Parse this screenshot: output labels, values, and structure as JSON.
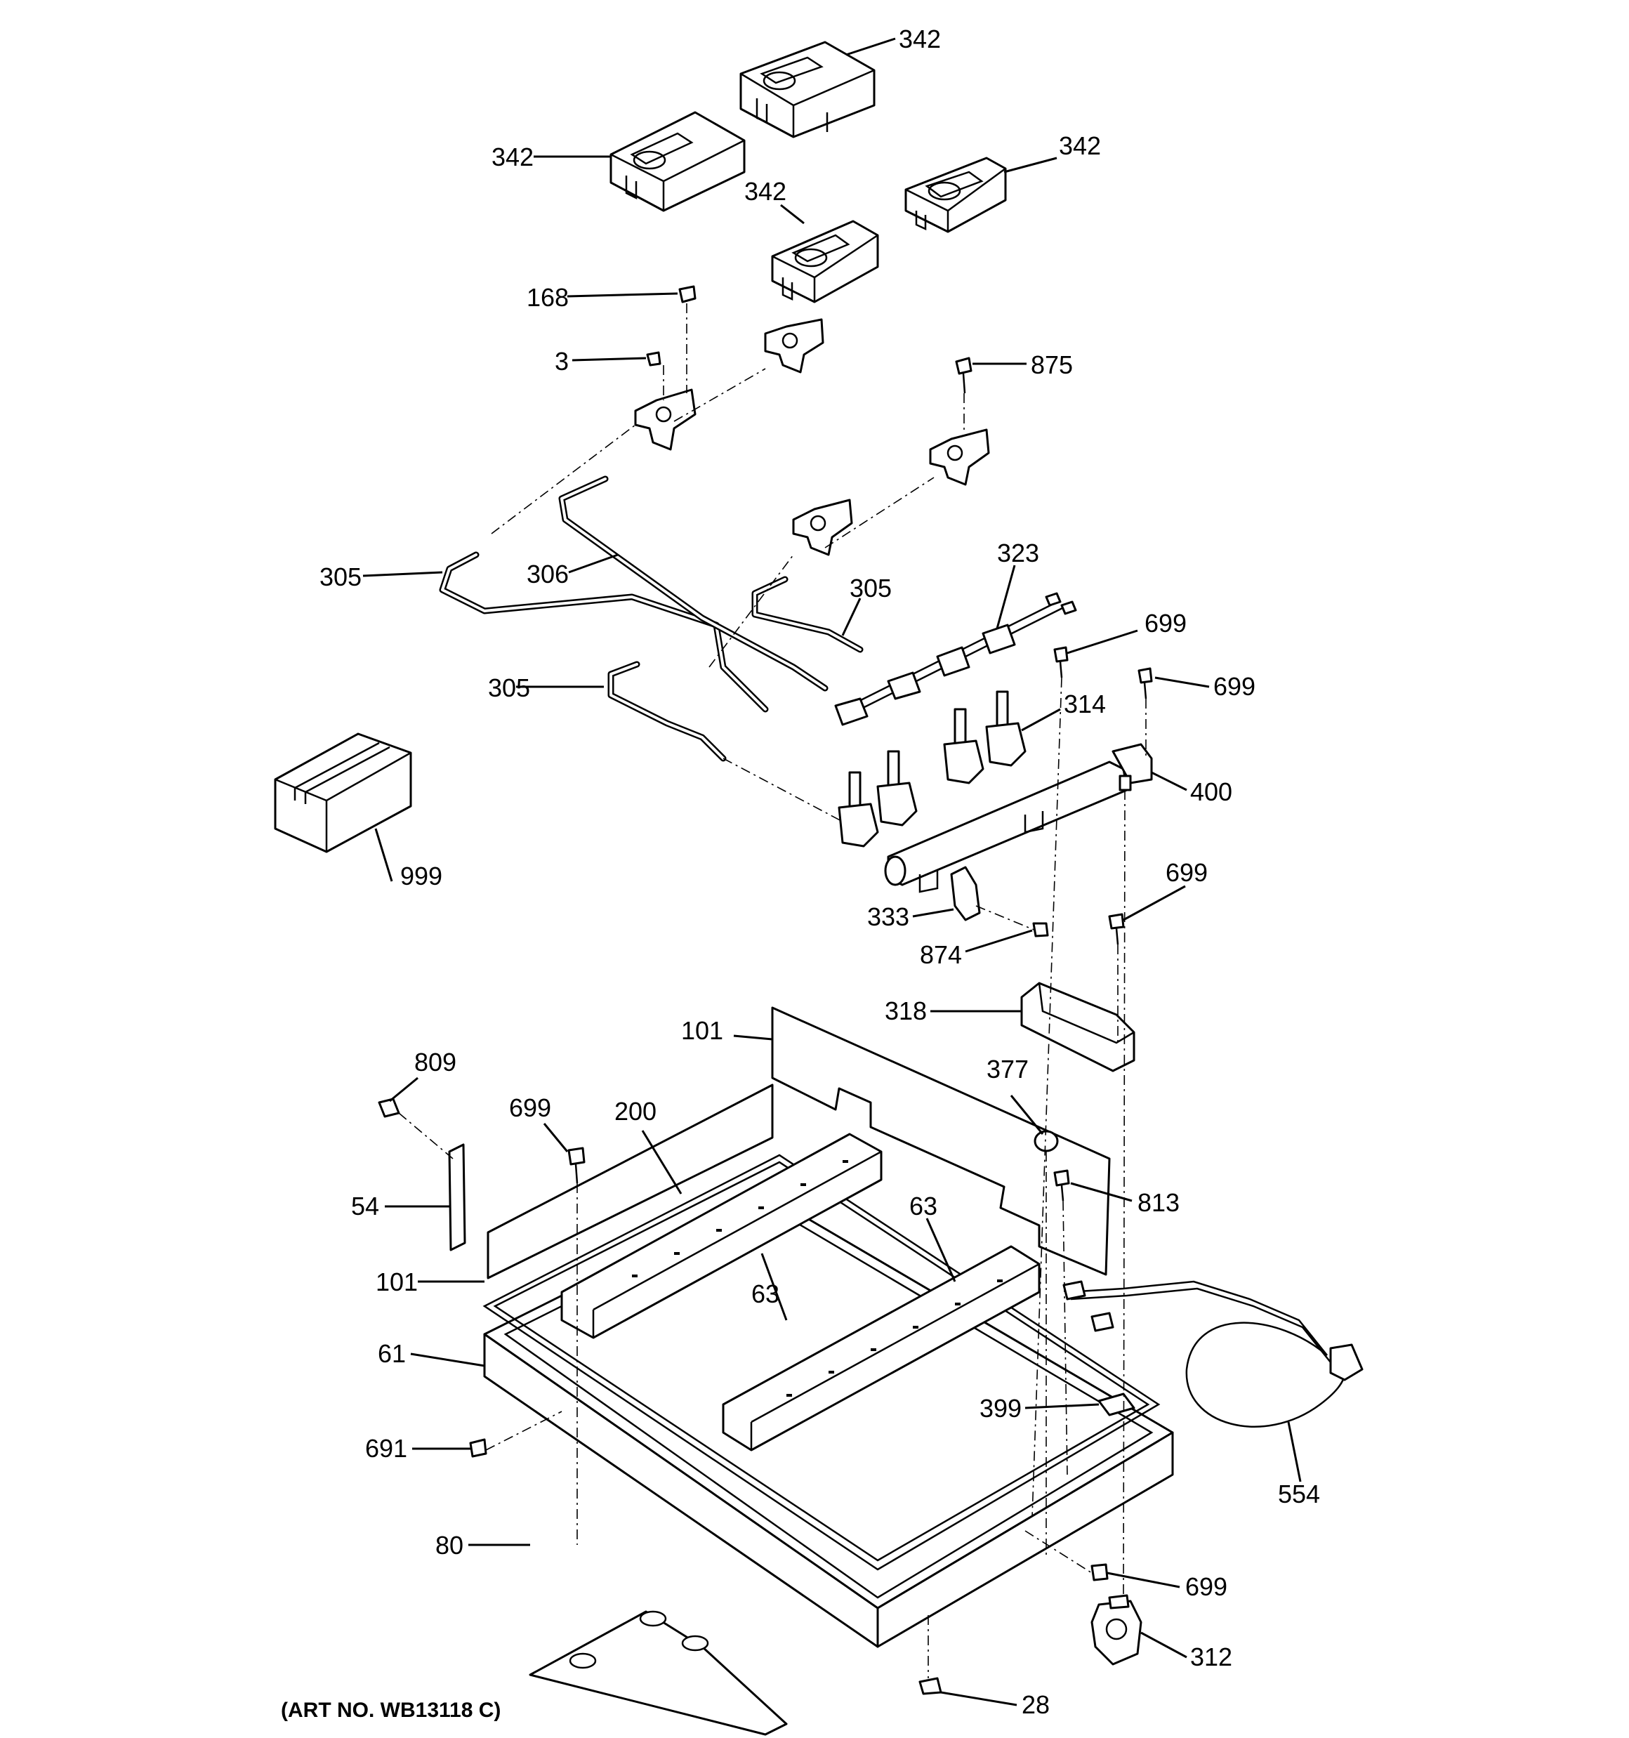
{
  "diagram": {
    "caption": "(ART NO. WB13118 C)",
    "callouts": {
      "burner_head_top": "342",
      "burner_head_left": "342",
      "burner_head_right": "342",
      "burner_head_center": "342",
      "orifice_hood": "168",
      "screw_3": "3",
      "screw_875": "875",
      "tube_305_left": "305",
      "tube_306": "306",
      "tube_305_right": "305",
      "tube_305_lower": "305",
      "switch_harness": "323",
      "screw_699_a": "699",
      "screw_699_b": "699",
      "valve": "314",
      "manifold": "400",
      "literature_box": "999",
      "screw_699_c": "699",
      "bracket": "333",
      "screw_874": "874",
      "spark_module": "318",
      "shield_back": "101",
      "screw_809": "809",
      "screw_699_d": "699",
      "gasket": "200",
      "grommet": "377",
      "screw_813": "813",
      "side_bracket": "54",
      "rail_left": "63",
      "rail_right": "63",
      "shield_side": "101",
      "burner_box": "61",
      "seal_399": "399",
      "power_cord": "554",
      "screw_691": "691",
      "bottom_panel": "80",
      "screw_699_e": "699",
      "regulator": "312",
      "leg_28": "28"
    }
  }
}
